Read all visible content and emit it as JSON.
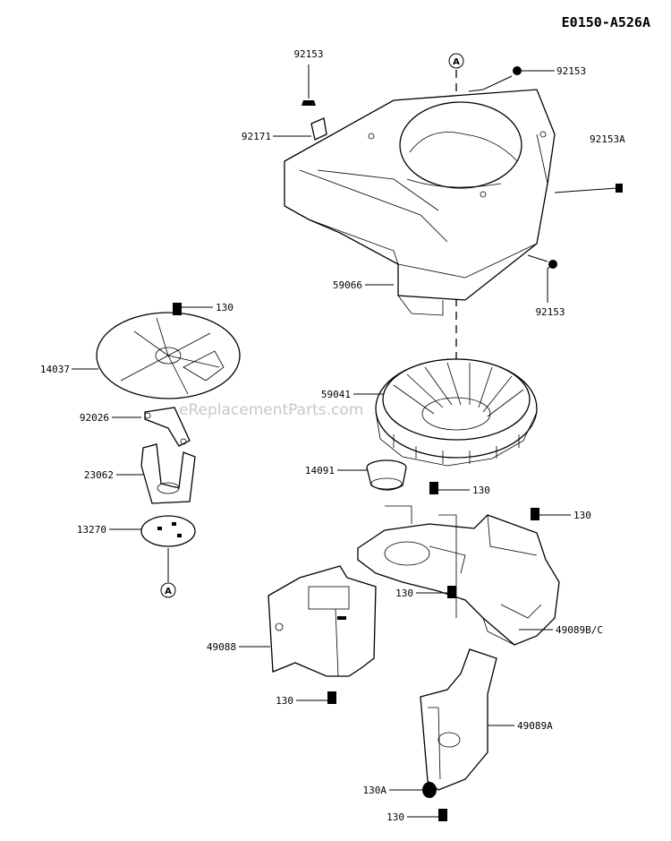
{
  "diagram_id": "E0150-A526A",
  "watermark": "eReplacementParts.com",
  "callout_letter": "A",
  "parts": [
    {
      "label": "92153"
    },
    {
      "label": "92153"
    },
    {
      "label": "92171"
    },
    {
      "label": "92153A"
    },
    {
      "label": "59066"
    },
    {
      "label": "92153"
    },
    {
      "label": "130"
    },
    {
      "label": "14037"
    },
    {
      "label": "59041"
    },
    {
      "label": "92026"
    },
    {
      "label": "23062"
    },
    {
      "label": "14091"
    },
    {
      "label": "130"
    },
    {
      "label": "130"
    },
    {
      "label": "13270"
    },
    {
      "label": "130"
    },
    {
      "label": "49088"
    },
    {
      "label": "49089B/C"
    },
    {
      "label": "130"
    },
    {
      "label": "49089A"
    },
    {
      "label": "130A"
    },
    {
      "label": "130"
    }
  ]
}
